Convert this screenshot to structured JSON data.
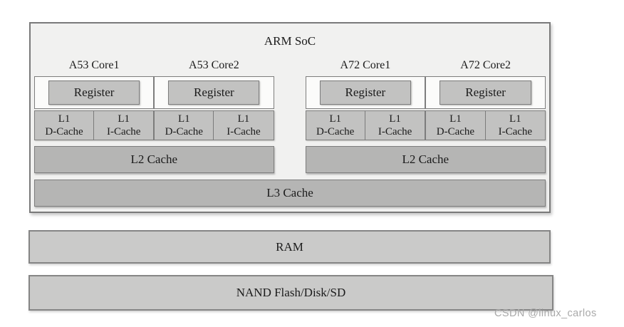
{
  "soc": {
    "title": "ARM SoC",
    "clusters": [
      {
        "l2": "L2 Cache",
        "cores": [
          {
            "label": "A53 Core1",
            "register": "Register",
            "l1": [
              {
                "level": "L1",
                "kind": "D-Cache"
              },
              {
                "level": "L1",
                "kind": "I-Cache"
              }
            ]
          },
          {
            "label": "A53 Core2",
            "register": "Register",
            "l1": [
              {
                "level": "L1",
                "kind": "D-Cache"
              },
              {
                "level": "L1",
                "kind": "I-Cache"
              }
            ]
          }
        ]
      },
      {
        "l2": "L2 Cache",
        "cores": [
          {
            "label": "A72 Core1",
            "register": "Register",
            "l1": [
              {
                "level": "L1",
                "kind": "D-Cache"
              },
              {
                "level": "L1",
                "kind": "I-Cache"
              }
            ]
          },
          {
            "label": "A72 Core2",
            "register": "Register",
            "l1": [
              {
                "level": "L1",
                "kind": "D-Cache"
              },
              {
                "level": "L1",
                "kind": "I-Cache"
              }
            ]
          }
        ]
      }
    ],
    "l3": "L3 Cache"
  },
  "memory": {
    "ram": "RAM",
    "storage": "NAND Flash/Disk/SD"
  },
  "watermark": "CSDN @linux_carlos",
  "colors": {
    "soc_background": "#f1f1f0",
    "core_box_background": "#fbfbfa",
    "cell_gray": "#c2c2c1",
    "cache_bar_gray": "#b5b5b4",
    "memory_bar_gray": "#cacac9",
    "border_gray": "#7d7d7d",
    "watermark_gray": "#a9a9a9"
  }
}
